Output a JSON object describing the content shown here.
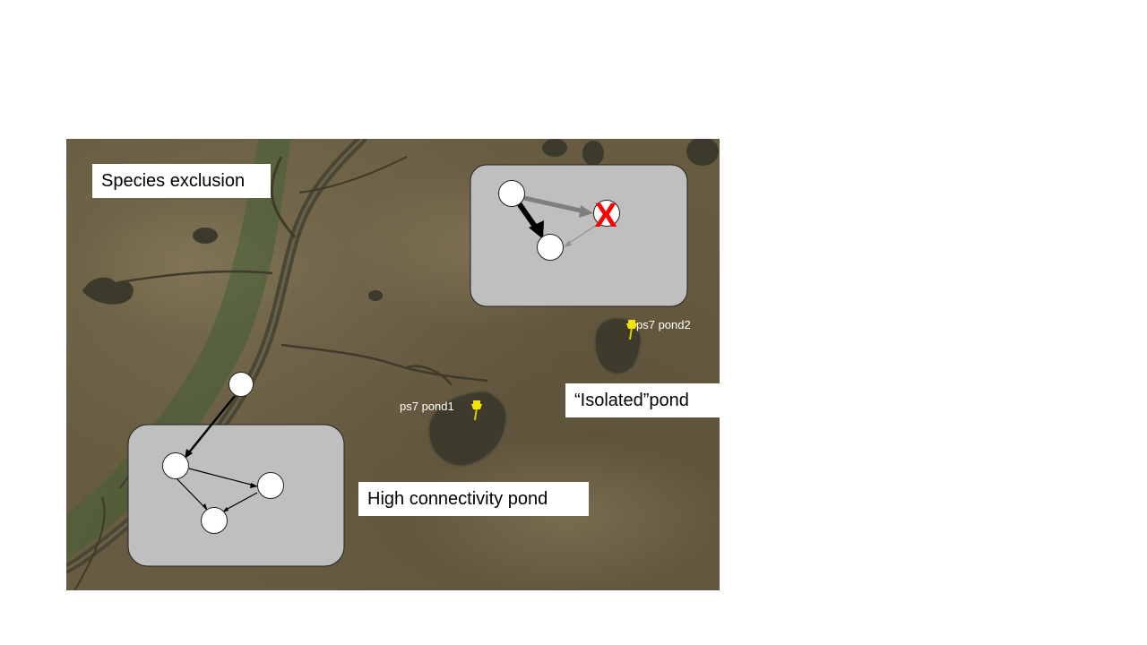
{
  "labels": {
    "species_exclusion": "Species exclusion",
    "isolated_pond": "“Isolated”pond",
    "high_connectivity_pond": "High connectivity pond"
  },
  "map_pins": [
    {
      "name": "ps7 pond1"
    },
    {
      "name": "ps7 pond2"
    }
  ],
  "exclusion_mark": "X",
  "colors": {
    "panel_fill": "#bfbfbf",
    "exclusion_mark": "#ff0000",
    "pin": "#f2e600",
    "terrain": "#6b5f44",
    "pond_water": "#3c3a2c"
  }
}
